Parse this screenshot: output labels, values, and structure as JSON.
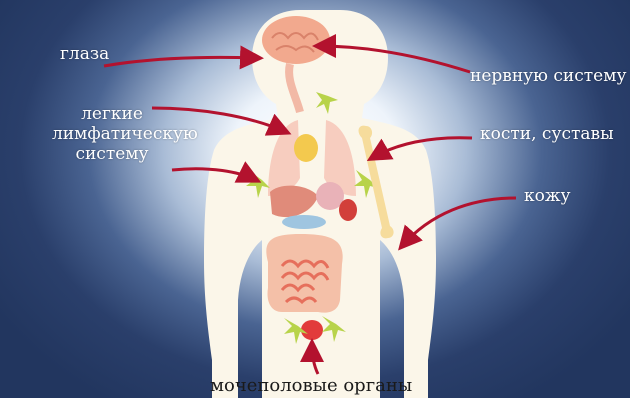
{
  "labels": {
    "eyes": "глаза",
    "nervous": "нервную систему",
    "lungs": "легкие",
    "lymph": "лимфатическую",
    "lymph2": "систему",
    "bones": "кости, суставы",
    "skin": "кожу",
    "genitourinary": "мочеполовые  органы"
  },
  "colors": {
    "background": "#22365f",
    "body": "#fbf6e9",
    "arrow": "#b3122e",
    "text": "#ffffff"
  }
}
